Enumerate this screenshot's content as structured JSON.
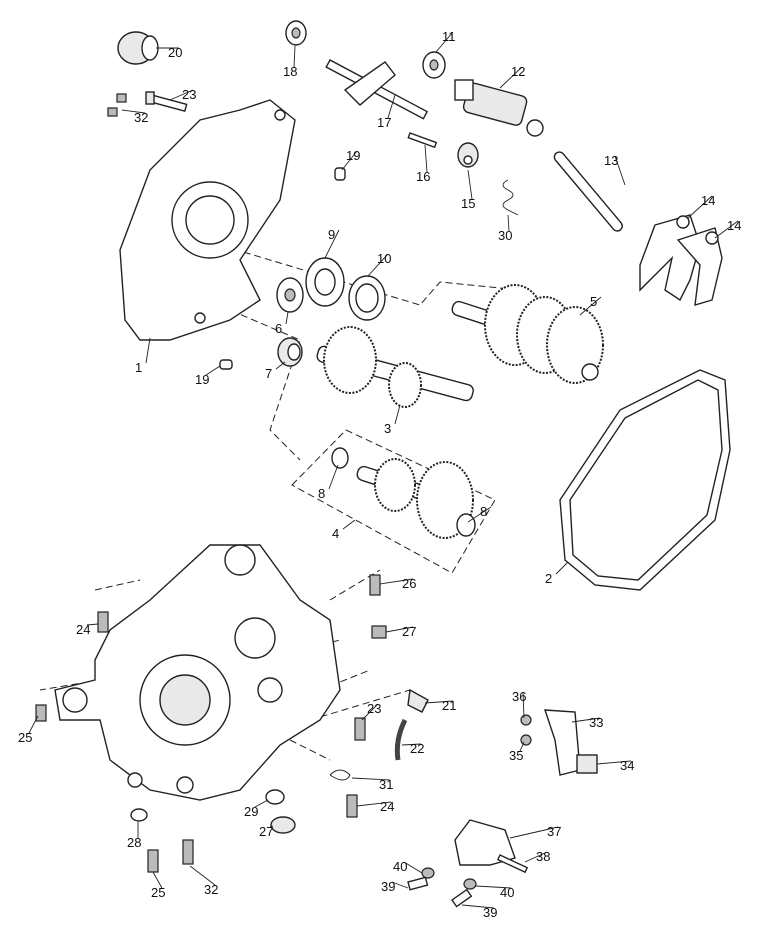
{
  "callouts": [
    "20",
    "18",
    "11",
    "12",
    "23",
    "32",
    "17",
    "16",
    "19",
    "13",
    "15",
    "30",
    "14",
    "14",
    "9",
    "10",
    "5",
    "6",
    "1",
    "7",
    "19",
    "3",
    "8",
    "8",
    "4",
    "2",
    "26",
    "24",
    "27",
    "21",
    "36",
    "33",
    "23",
    "25",
    "22",
    "35",
    "34",
    "31",
    "24",
    "29",
    "27",
    "37",
    "28",
    "38",
    "40",
    "40",
    "39",
    "25",
    "32",
    "39"
  ]
}
